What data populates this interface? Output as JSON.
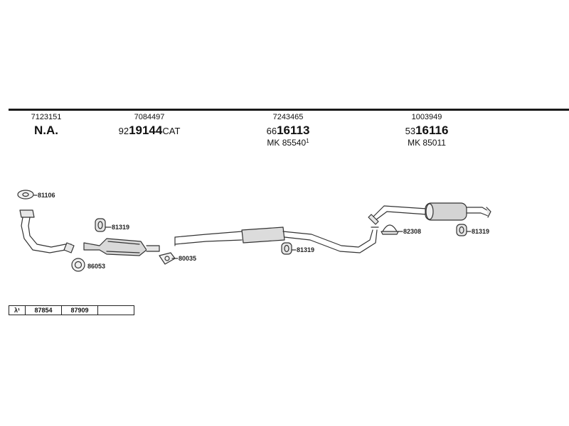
{
  "columns": [
    {
      "ref": "7123151",
      "main": "N.A.",
      "prefix": "",
      "suffix": "",
      "mk_label": "",
      "mk_value": "",
      "mk_sup": ""
    },
    {
      "ref": "7084497",
      "main": "19144",
      "prefix": "92",
      "suffix": "CAT",
      "mk_label": "",
      "mk_value": "",
      "mk_sup": ""
    },
    {
      "ref": "7243465",
      "main": "16113",
      "prefix": "66",
      "suffix": "",
      "mk_label": "MK",
      "mk_value": "85540",
      "mk_sup": "1"
    },
    {
      "ref": "1003949",
      "main": "16116",
      "prefix": "53",
      "suffix": "",
      "mk_label": "MK",
      "mk_value": "85011",
      "mk_sup": ""
    }
  ],
  "part_labels": {
    "p81106": "81106",
    "p81319a": "81319",
    "p86053": "86053",
    "p80035": "80035",
    "p81319b": "81319",
    "p82308": "82308",
    "p81319c": "81319"
  },
  "table": {
    "symbol": "λ¹",
    "cells": [
      "87854",
      "87909",
      ""
    ]
  }
}
